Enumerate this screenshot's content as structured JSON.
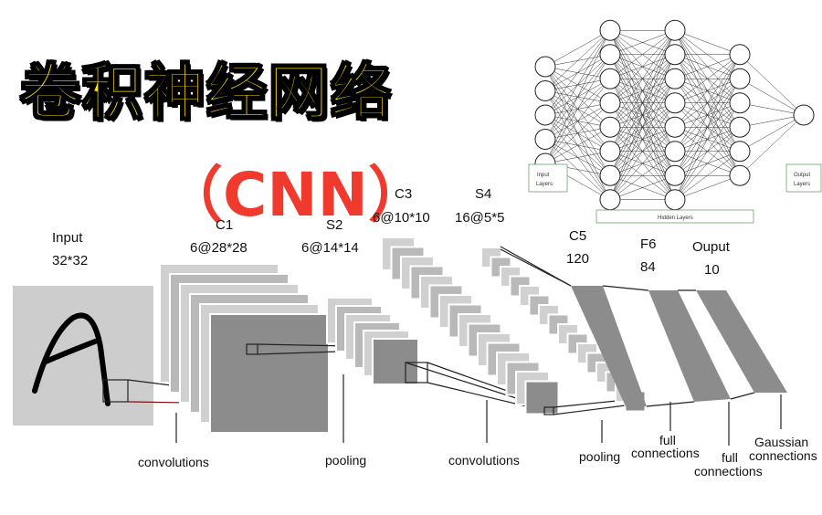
{
  "title": {
    "chinese": "卷积神经网络",
    "english": "（CNN）"
  },
  "layers": {
    "input": {
      "name": "Input",
      "size": "32*32"
    },
    "c1": {
      "name": "C1",
      "size": "6@28*28"
    },
    "s2": {
      "name": "S2",
      "size": "6@14*14"
    },
    "c3": {
      "name": "C3",
      "size": "6@10*10"
    },
    "s4": {
      "name": "S4",
      "size": "16@5*5"
    },
    "c5": {
      "name": "C5",
      "size": "120"
    },
    "f6": {
      "name": "F6",
      "size": "84"
    },
    "output": {
      "name": "Ouput",
      "size": "10"
    }
  },
  "operations": {
    "op1": "convolutions",
    "op2": "pooling",
    "op3": "convolutions",
    "op4": "pooling",
    "op5a": "full",
    "op5b": "connections",
    "op6a": "full",
    "op6b": "connections",
    "op7a": "Gaussian",
    "op7b": "connections"
  },
  "nn_inset": {
    "input_label_1": "Input",
    "input_label_2": "Layers",
    "hidden_label": "Hidden Layers",
    "output_label_1": "Output",
    "output_label_2": "Layers"
  },
  "colors": {
    "title_yellow": "#ffe100",
    "title_red": "#f03a2e",
    "grey_dark": "#8c8c8c",
    "grey_light": "#d0d0d0"
  }
}
